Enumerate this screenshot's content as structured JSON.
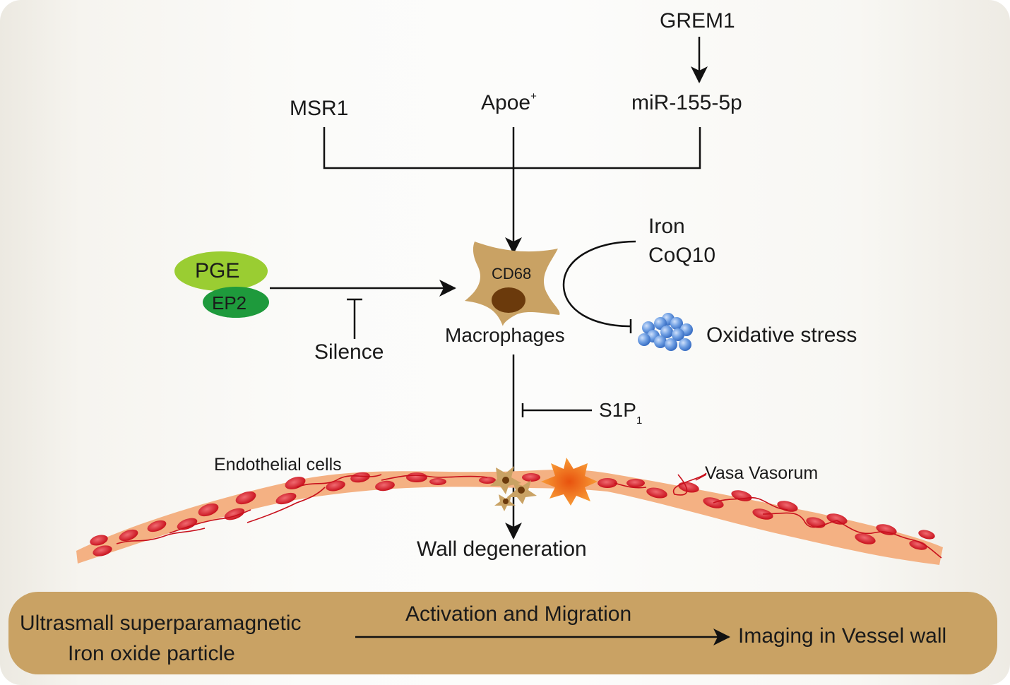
{
  "diagram": {
    "title_nodes": {
      "grem1": "GREM1",
      "msr1": "MSR1",
      "apoe": "Apoe",
      "apoe_sup": "+",
      "mir": "miR-155-5p"
    },
    "macrophage": {
      "marker": "CD68",
      "label": "Macrophages"
    },
    "pge": "PGE",
    "ep2": "EP2",
    "silence": "Silence",
    "iron": "Iron",
    "coq10": "CoQ10",
    "oxidative_stress": "Oxidative stress",
    "s1p": "S1P",
    "s1p_sub": "1",
    "endothelial_cells": "Endothelial cells",
    "vasa_vasorum": "Vasa Vasorum",
    "wall_degeneration": "Wall degeneration",
    "bottom": {
      "source_line1": "Ultrasmall superparamagnetic",
      "source_line2": "Iron oxide particle",
      "process": "Activation and Migration",
      "target": "Imaging in Vessel wall"
    },
    "colors": {
      "pge": "#9acd32",
      "ep2": "#1e9a3c",
      "macrophage": "#c9a264",
      "nucleus": "#6b3a0c",
      "vessel": "#f4b183",
      "rbc": "#d9262e",
      "burst": "#f07a1a",
      "oxidative": "#5b8fd8",
      "bottom_bar": "#c9a264"
    }
  }
}
